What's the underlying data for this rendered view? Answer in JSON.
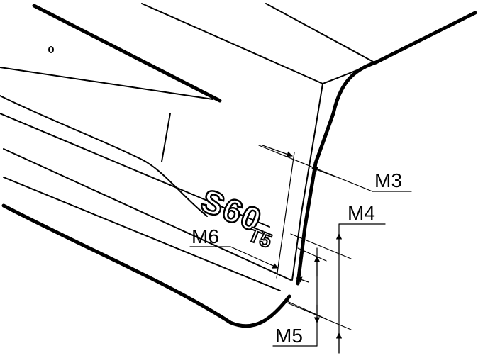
{
  "figure": {
    "background_color": "#ffffff",
    "ink_color": "#000000",
    "badge_text": "S60",
    "badge_sub_text": "T5"
  },
  "callouts": [
    {
      "id": "m3",
      "label": "M3"
    },
    {
      "id": "m4",
      "label": "M4"
    },
    {
      "id": "m5",
      "label": "M5"
    },
    {
      "id": "m6",
      "label": "M6"
    }
  ]
}
